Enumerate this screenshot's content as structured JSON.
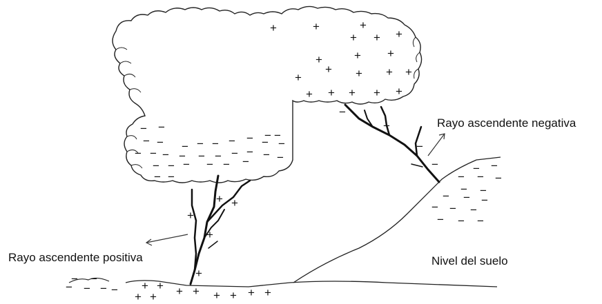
{
  "labels": {
    "negative": "Rayo ascendente negativa",
    "positive": "Rayo ascendente positiva",
    "ground": "Nivel del suelo"
  },
  "symbols": {
    "plus": "+",
    "minus": "−"
  },
  "colors": {
    "line": "#111111",
    "background": "#ffffff"
  }
}
